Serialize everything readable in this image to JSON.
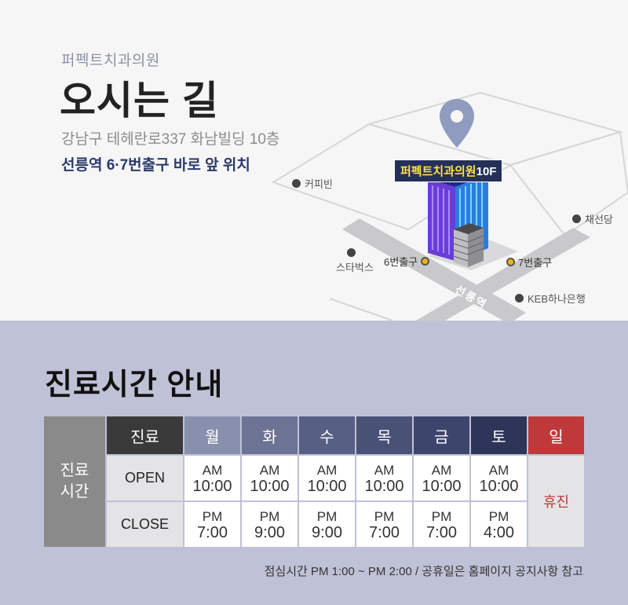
{
  "header": {
    "clinic_name": "퍼펙트치과의원",
    "title": "오시는 길",
    "address": "강남구 테헤란로337 화남빌딩 10층",
    "station_info": "선릉역 6·7번출구 바로 앞 위치"
  },
  "map": {
    "pois": [
      "커피빈",
      "채선당",
      "스타벅스",
      "KEB하나은행"
    ],
    "exits": [
      "6번출구",
      "7번출구"
    ],
    "station_label": "선릉역",
    "clinic_tag": "퍼펙트치과의원",
    "clinic_floor": "10F",
    "colors": {
      "road": "#c8c8c8",
      "exit": "#f0b400",
      "tag_bg": "#243057",
      "pin": "#8f9cc0"
    }
  },
  "hours": {
    "title": "진료시간 안내",
    "side_label_1": "진료",
    "side_label_2": "시간",
    "header_first": "진료",
    "days": [
      "월",
      "화",
      "수",
      "목",
      "금",
      "토",
      "일"
    ],
    "open_label": "OPEN",
    "close_label": "CLOSE",
    "open_times": [
      {
        "ampm": "AM",
        "time": "10:00"
      },
      {
        "ampm": "AM",
        "time": "10:00"
      },
      {
        "ampm": "AM",
        "time": "10:00"
      },
      {
        "ampm": "AM",
        "time": "10:00"
      },
      {
        "ampm": "AM",
        "time": "10:00"
      },
      {
        "ampm": "AM",
        "time": "10:00"
      }
    ],
    "close_times": [
      {
        "ampm": "PM",
        "time": "7:00"
      },
      {
        "ampm": "PM",
        "time": "9:00"
      },
      {
        "ampm": "PM",
        "time": "9:00"
      },
      {
        "ampm": "PM",
        "time": "7:00"
      },
      {
        "ampm": "PM",
        "time": "7:00"
      },
      {
        "ampm": "PM",
        "time": "4:00"
      }
    ],
    "sunday_status": "휴진",
    "note": "점심시간  PM 1:00 ~ PM 2:00 / 공휴일은 홈페이지 공지사항 참고",
    "colors": {
      "header_first": "#3a3a3a",
      "days": [
        "#8990ae",
        "#6c7394",
        "#585f84",
        "#4a5177",
        "#3e456d",
        "#2f3558",
        "#c0393a"
      ]
    }
  }
}
